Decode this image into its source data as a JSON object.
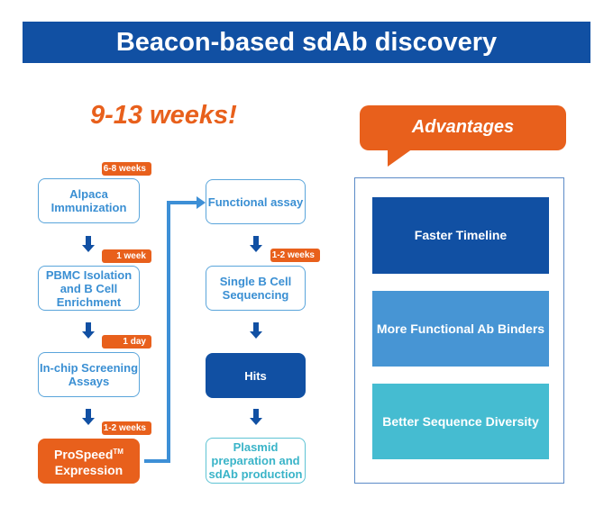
{
  "title": "Beacon-based sdAb discovery",
  "total_time": "9-13 weeks!",
  "left_column": {
    "steps": [
      {
        "label": "Alpaca Immunization",
        "duration": "6-8 weeks"
      },
      {
        "label": "PBMC Isolation and B Cell Enrichment",
        "duration": "1 week"
      },
      {
        "label": "In-chip Screening Assays",
        "duration": "1 day"
      },
      {
        "label_main": "ProSpeed",
        "label_sup": "TM",
        "label_line2": "Expression",
        "duration": "1-2 weeks"
      }
    ]
  },
  "right_column": {
    "steps": [
      {
        "label": "Functional assay"
      },
      {
        "label": "Single B Cell Sequencing",
        "duration": "1-2 weeks"
      },
      {
        "label": "Hits"
      },
      {
        "label": "Plasmid preparation and sdAb production"
      }
    ]
  },
  "advantages": {
    "heading": "Advantages",
    "items": [
      {
        "label": "Faster Timeline",
        "color": "#1150a3"
      },
      {
        "label": "More Functional Ab Binders",
        "color": "#4795d4"
      },
      {
        "label": "Better Sequence Diversity",
        "color": "#45bcd1"
      }
    ]
  },
  "colors": {
    "primary_blue": "#1150a3",
    "orange": "#e8601c",
    "light_blue": "#5aa5db",
    "teal": "#45bcd1"
  }
}
